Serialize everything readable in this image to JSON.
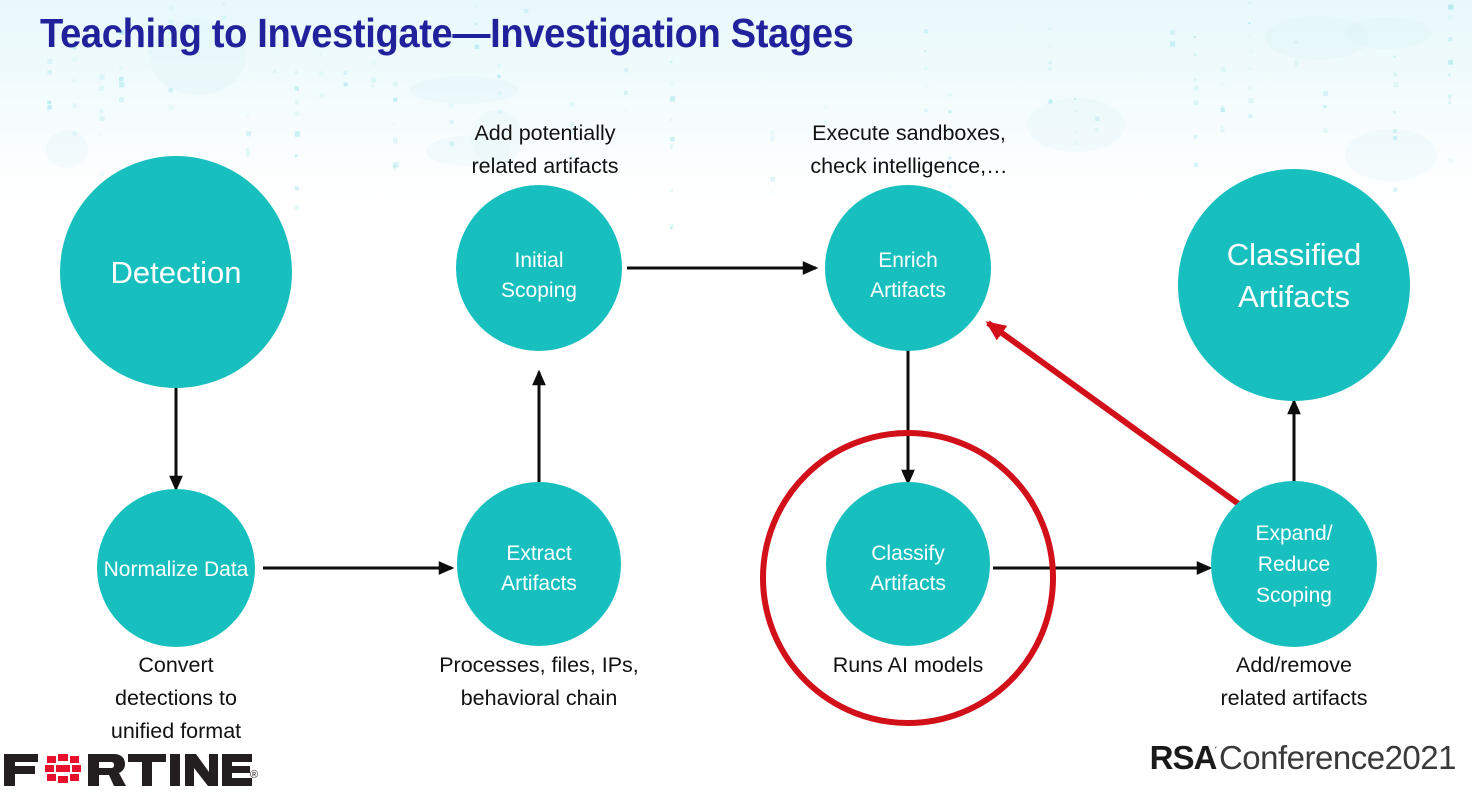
{
  "slide": {
    "title": "Teaching to Investigate—Investigation Stages",
    "title_color": "#21219c",
    "background_color": "#ffffff",
    "accent_color": "#18BFBF",
    "highlight_color": "#d2101a",
    "edge_color": "#0d0d0d"
  },
  "nodes": {
    "detection": {
      "label": "Detection"
    },
    "initial_scoping": {
      "line1": "Initial",
      "line2": "Scoping"
    },
    "enrich_artifacts": {
      "line1": "Enrich",
      "line2": "Artifacts"
    },
    "classified_artifacts": {
      "line1": "Classified",
      "line2": "Artifacts"
    },
    "normalize_data": {
      "label": "Normalize Data"
    },
    "extract_artifacts": {
      "line1": "Extract",
      "line2": "Artifacts"
    },
    "classify_artifacts": {
      "line1": "Classify",
      "line2": "Artifacts"
    },
    "expand_reduce_scoping": {
      "line1": "Expand/",
      "line2": "Reduce",
      "line3": "Scoping"
    }
  },
  "captions": {
    "initial_scoping_top": {
      "line1": "Add potentially",
      "line2": "related artifacts"
    },
    "enrich_artifacts_top": {
      "line1": "Execute sandboxes,",
      "line2": "check intelligence,…"
    },
    "normalize_data_bottom": {
      "line1": "Convert",
      "line2": "detections to",
      "line3": "unified format"
    },
    "extract_artifacts_bottom": {
      "line1": "Processes, files, IPs,",
      "line2": "behavioral chain"
    },
    "classify_artifacts_bottom": {
      "line1": "Runs AI models"
    },
    "expand_reduce_bottom": {
      "line1": "Add/remove",
      "line2": "related artifacts"
    }
  },
  "footer": {
    "fortinet": {
      "part1": "F",
      "part2": "RTINET",
      "registered": "®"
    },
    "rsa": {
      "mark": "RSA",
      "registered": "´",
      "word": "Conference2021"
    }
  }
}
